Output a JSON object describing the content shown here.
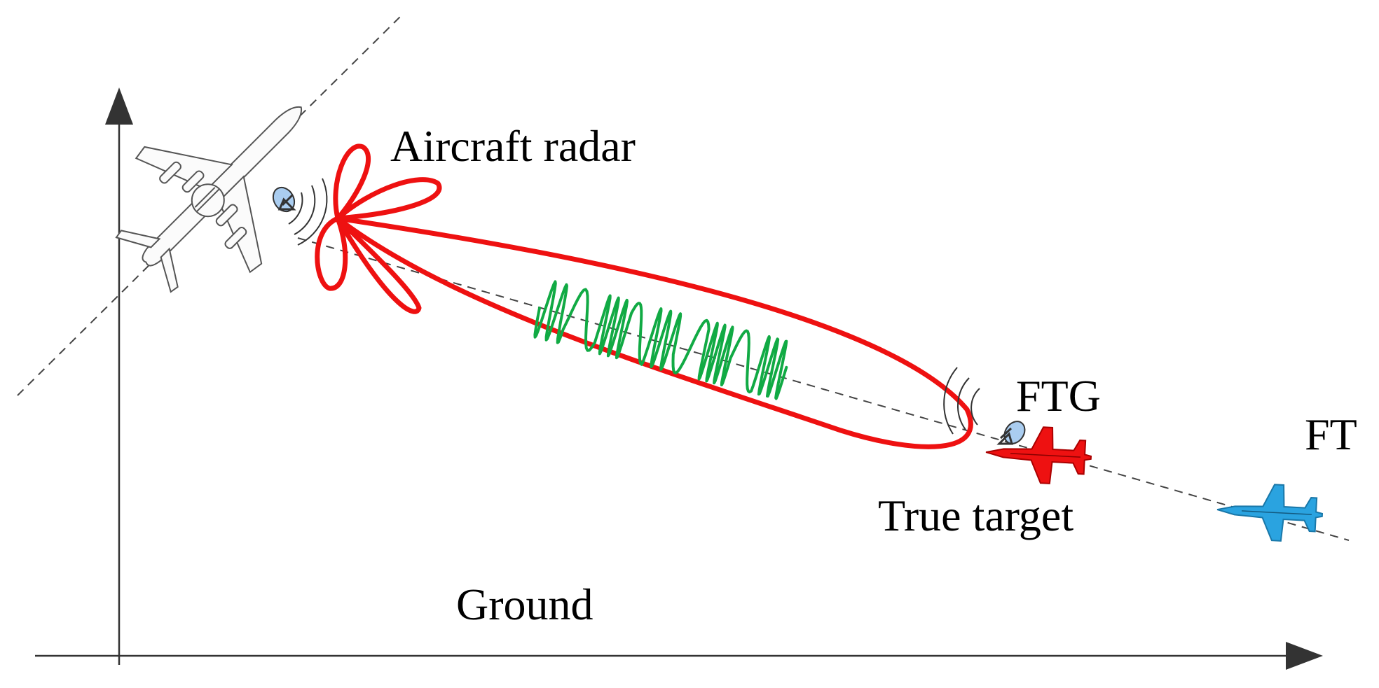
{
  "labels": {
    "aircraft_radar": "Aircraft radar",
    "ftg": "FTG",
    "ft": "FT",
    "true_target": "True target",
    "ground": "Ground"
  },
  "colors": {
    "beam": "#ee1111",
    "jamming_signal": "#11aa44",
    "true_target_jet": "#ee1111",
    "false_target_jet": "#2aa3e0",
    "radar_dish": "#aacdf0",
    "axes": "#333333",
    "dashed_lines": "#444444"
  },
  "icons": {
    "awacs": "airborne-early-warning-aircraft-icon",
    "jammer_dish": "radar-dish-icon",
    "true_target": "red-fighter-jet-icon",
    "false_target": "blue-fighter-jet-icon"
  }
}
